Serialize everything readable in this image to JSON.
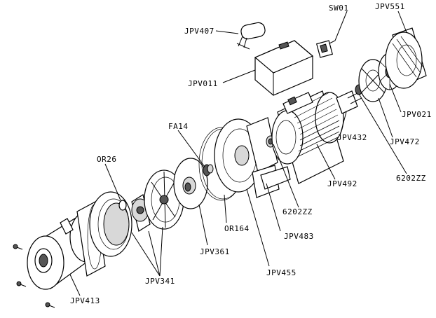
{
  "labels": {
    "JPV407": "JPV407",
    "SW01": "SW01",
    "JPV551": "JPV551",
    "JPV011": "JPV011",
    "JPV021": "JPV021",
    "JPV432": "JPV432",
    "JPV472": "JPV472",
    "FA14": "FA14",
    "OR26": "OR26",
    "ZZ6202_top": "6202ZZ",
    "JPV492": "JPV492",
    "ZZ6202_bottom": "6202ZZ",
    "OR164": "OR164",
    "JPV483": "JPV483",
    "JPV361": "JPV361",
    "JPV455": "JPV455",
    "JPV341": "JPV341",
    "JPV413": "JPV413"
  }
}
